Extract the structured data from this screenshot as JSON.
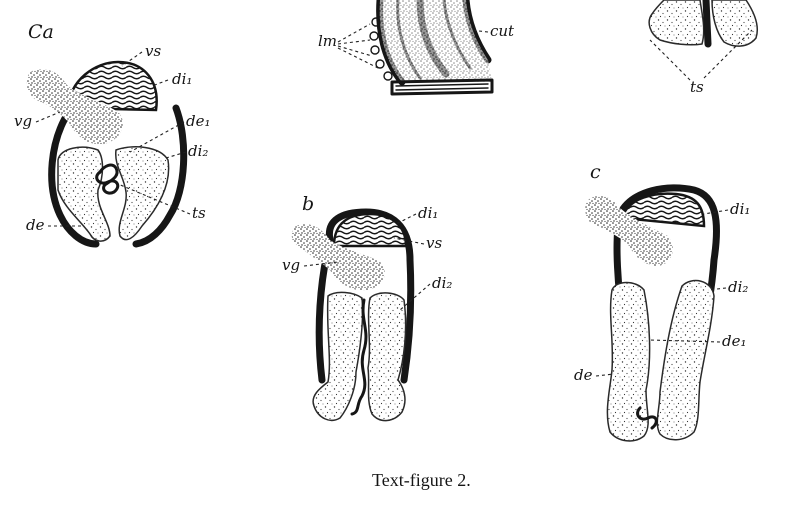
{
  "caption": "Text-figure 2.",
  "figures": {
    "a": {
      "panel_label": "Ca",
      "labels": {
        "vs": "vs",
        "di1": "di₁",
        "vg": "vg",
        "de1": "de₁",
        "di2": "di₂",
        "ts": "ts",
        "de": "de"
      }
    },
    "top_middle": {
      "labels": {
        "lm": "lm",
        "cut": "cut"
      }
    },
    "top_right": {
      "labels": {
        "ts": "ts"
      }
    },
    "b": {
      "panel_label": "b",
      "labels": {
        "di1": "di₁",
        "vs": "vs",
        "vg": "vg",
        "di2": "di₂"
      }
    },
    "c": {
      "panel_label": "c",
      "labels": {
        "di1": "di₁",
        "di2": "di₂",
        "de1": "de₁",
        "de": "de"
      }
    }
  }
}
